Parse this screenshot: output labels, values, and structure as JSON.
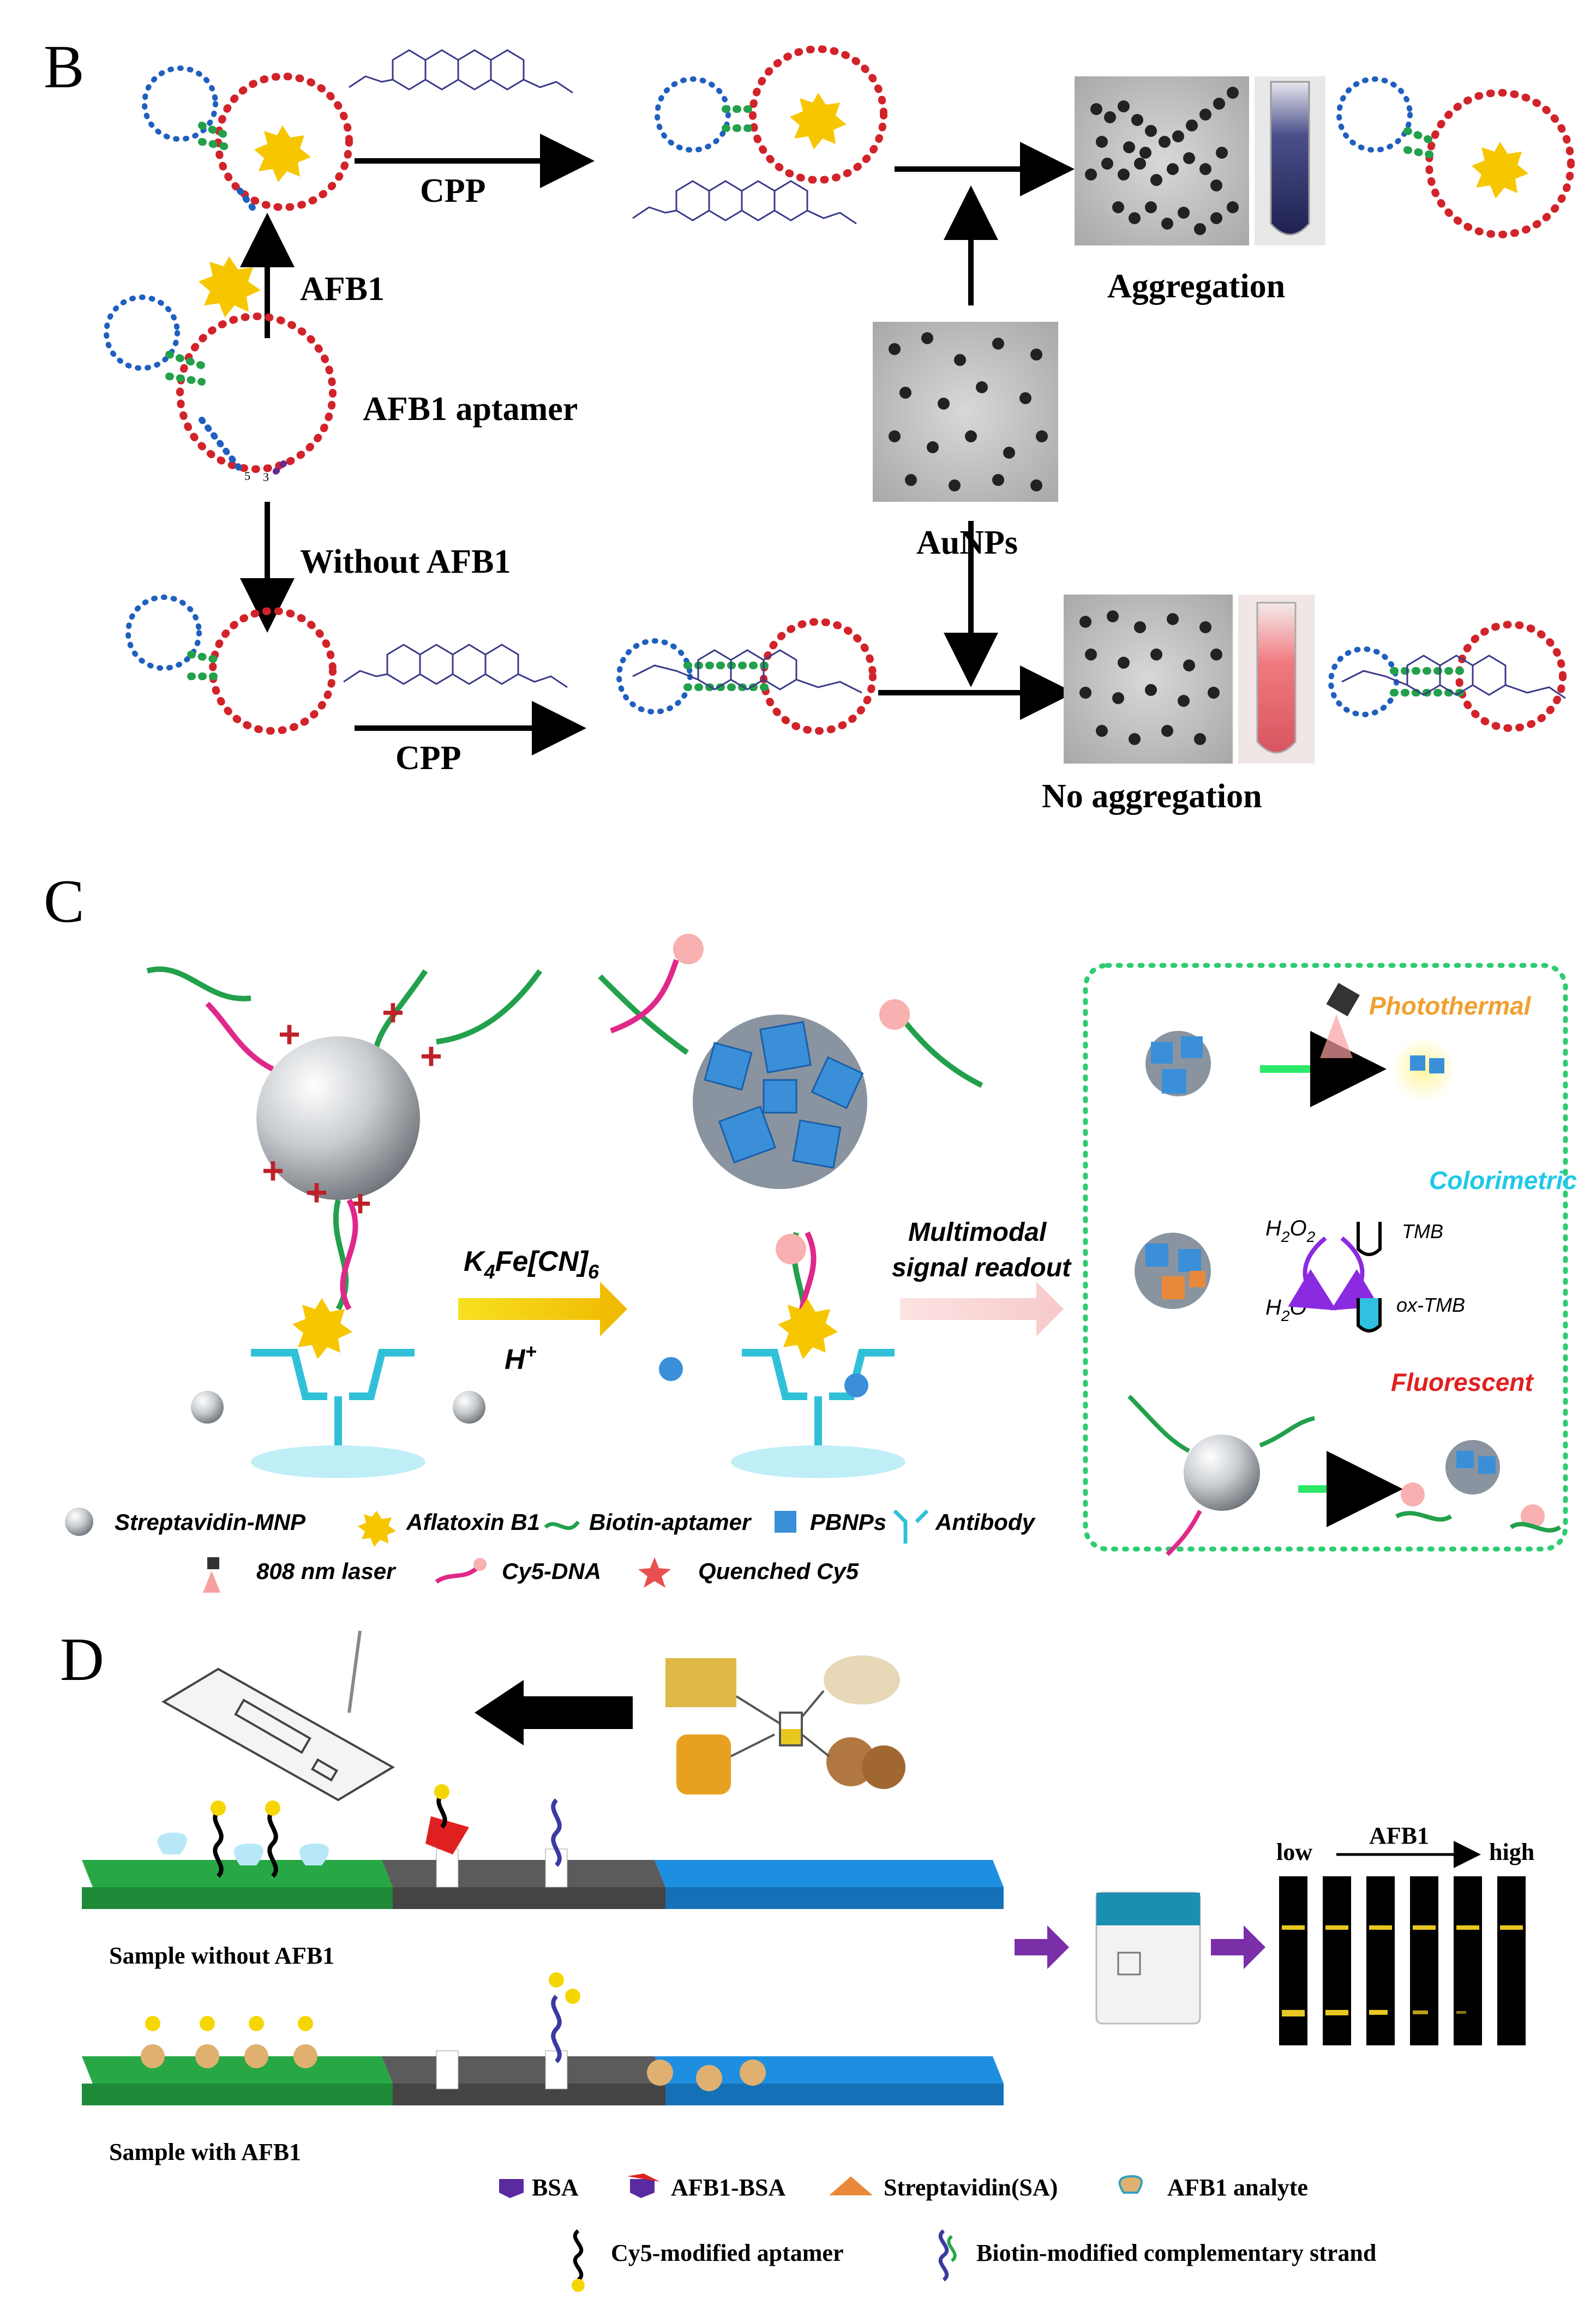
{
  "panel_b": {
    "letter": "B",
    "cpp_top": "CPP",
    "afb1_arrow": "AFB1",
    "aptamer_label": "AFB1 aptamer",
    "without_label": "Without AFB1",
    "cpp_bottom": "CPP",
    "aggregation": "Aggregation",
    "aunps": "AuNPs",
    "no_aggregation": "No aggregation",
    "strand_end5": "5",
    "strand_end3": "3"
  },
  "panel_c": {
    "letter": "C",
    "reagent_main": "K",
    "reagent_sub4": "4",
    "reagent_mid": "Fe[CN]",
    "reagent_sub6": "6",
    "acid_base": "H",
    "acid_sup": "+",
    "multimodal_line1": "Multimodal",
    "multimodal_line2": "signal readout",
    "photothermal": "Photothermal",
    "colorimetric": "Colorimetric",
    "fluorescent": "Fluorescent",
    "h2o2_main": "H",
    "h2o2_sub1": "2",
    "h2o2_mid": "O",
    "h2o2_sub2": "2",
    "h2o_main": "H",
    "h2o_sub": "2",
    "h2o_end": "O",
    "tmb": "TMB",
    "ox_tmb": "ox-TMB",
    "legend": [
      "Streptavidin-MNP",
      "Aflatoxin B1",
      "Biotin-aptamer",
      "PBNPs",
      "Antibody",
      "808 nm laser",
      "Cy5-DNA",
      "Quenched Cy5"
    ]
  },
  "panel_d": {
    "letter": "D",
    "without": "Sample without AFB1",
    "with": "Sample with AFB1",
    "low": "low",
    "afb1": "AFB1",
    "high": "high",
    "legend": [
      "BSA",
      "AFB1-BSA",
      "Streptavidin(SA)",
      "AFB1 analyte",
      "Cy5-modified aptamer",
      "Biotin-modified complementary strand"
    ]
  },
  "colors": {
    "nucleotide_red": "#d2232a",
    "nucleotide_blue": "#1f5fbf",
    "nucleotide_green": "#22a04b",
    "nucleotide_purple": "#6a2a90",
    "aflatoxin_yellow": "#f6c700",
    "pb_blue": "#3a8fd8",
    "strip_green": "#27a845",
    "strip_blue": "#1e8fe0",
    "strip_gray": "#5b5b5b",
    "dotted_frame": "#2ecc71",
    "photothermal_text": "#f0a030",
    "colorimetric_text": "#20c8e8",
    "fluorescent_text": "#e02020"
  }
}
